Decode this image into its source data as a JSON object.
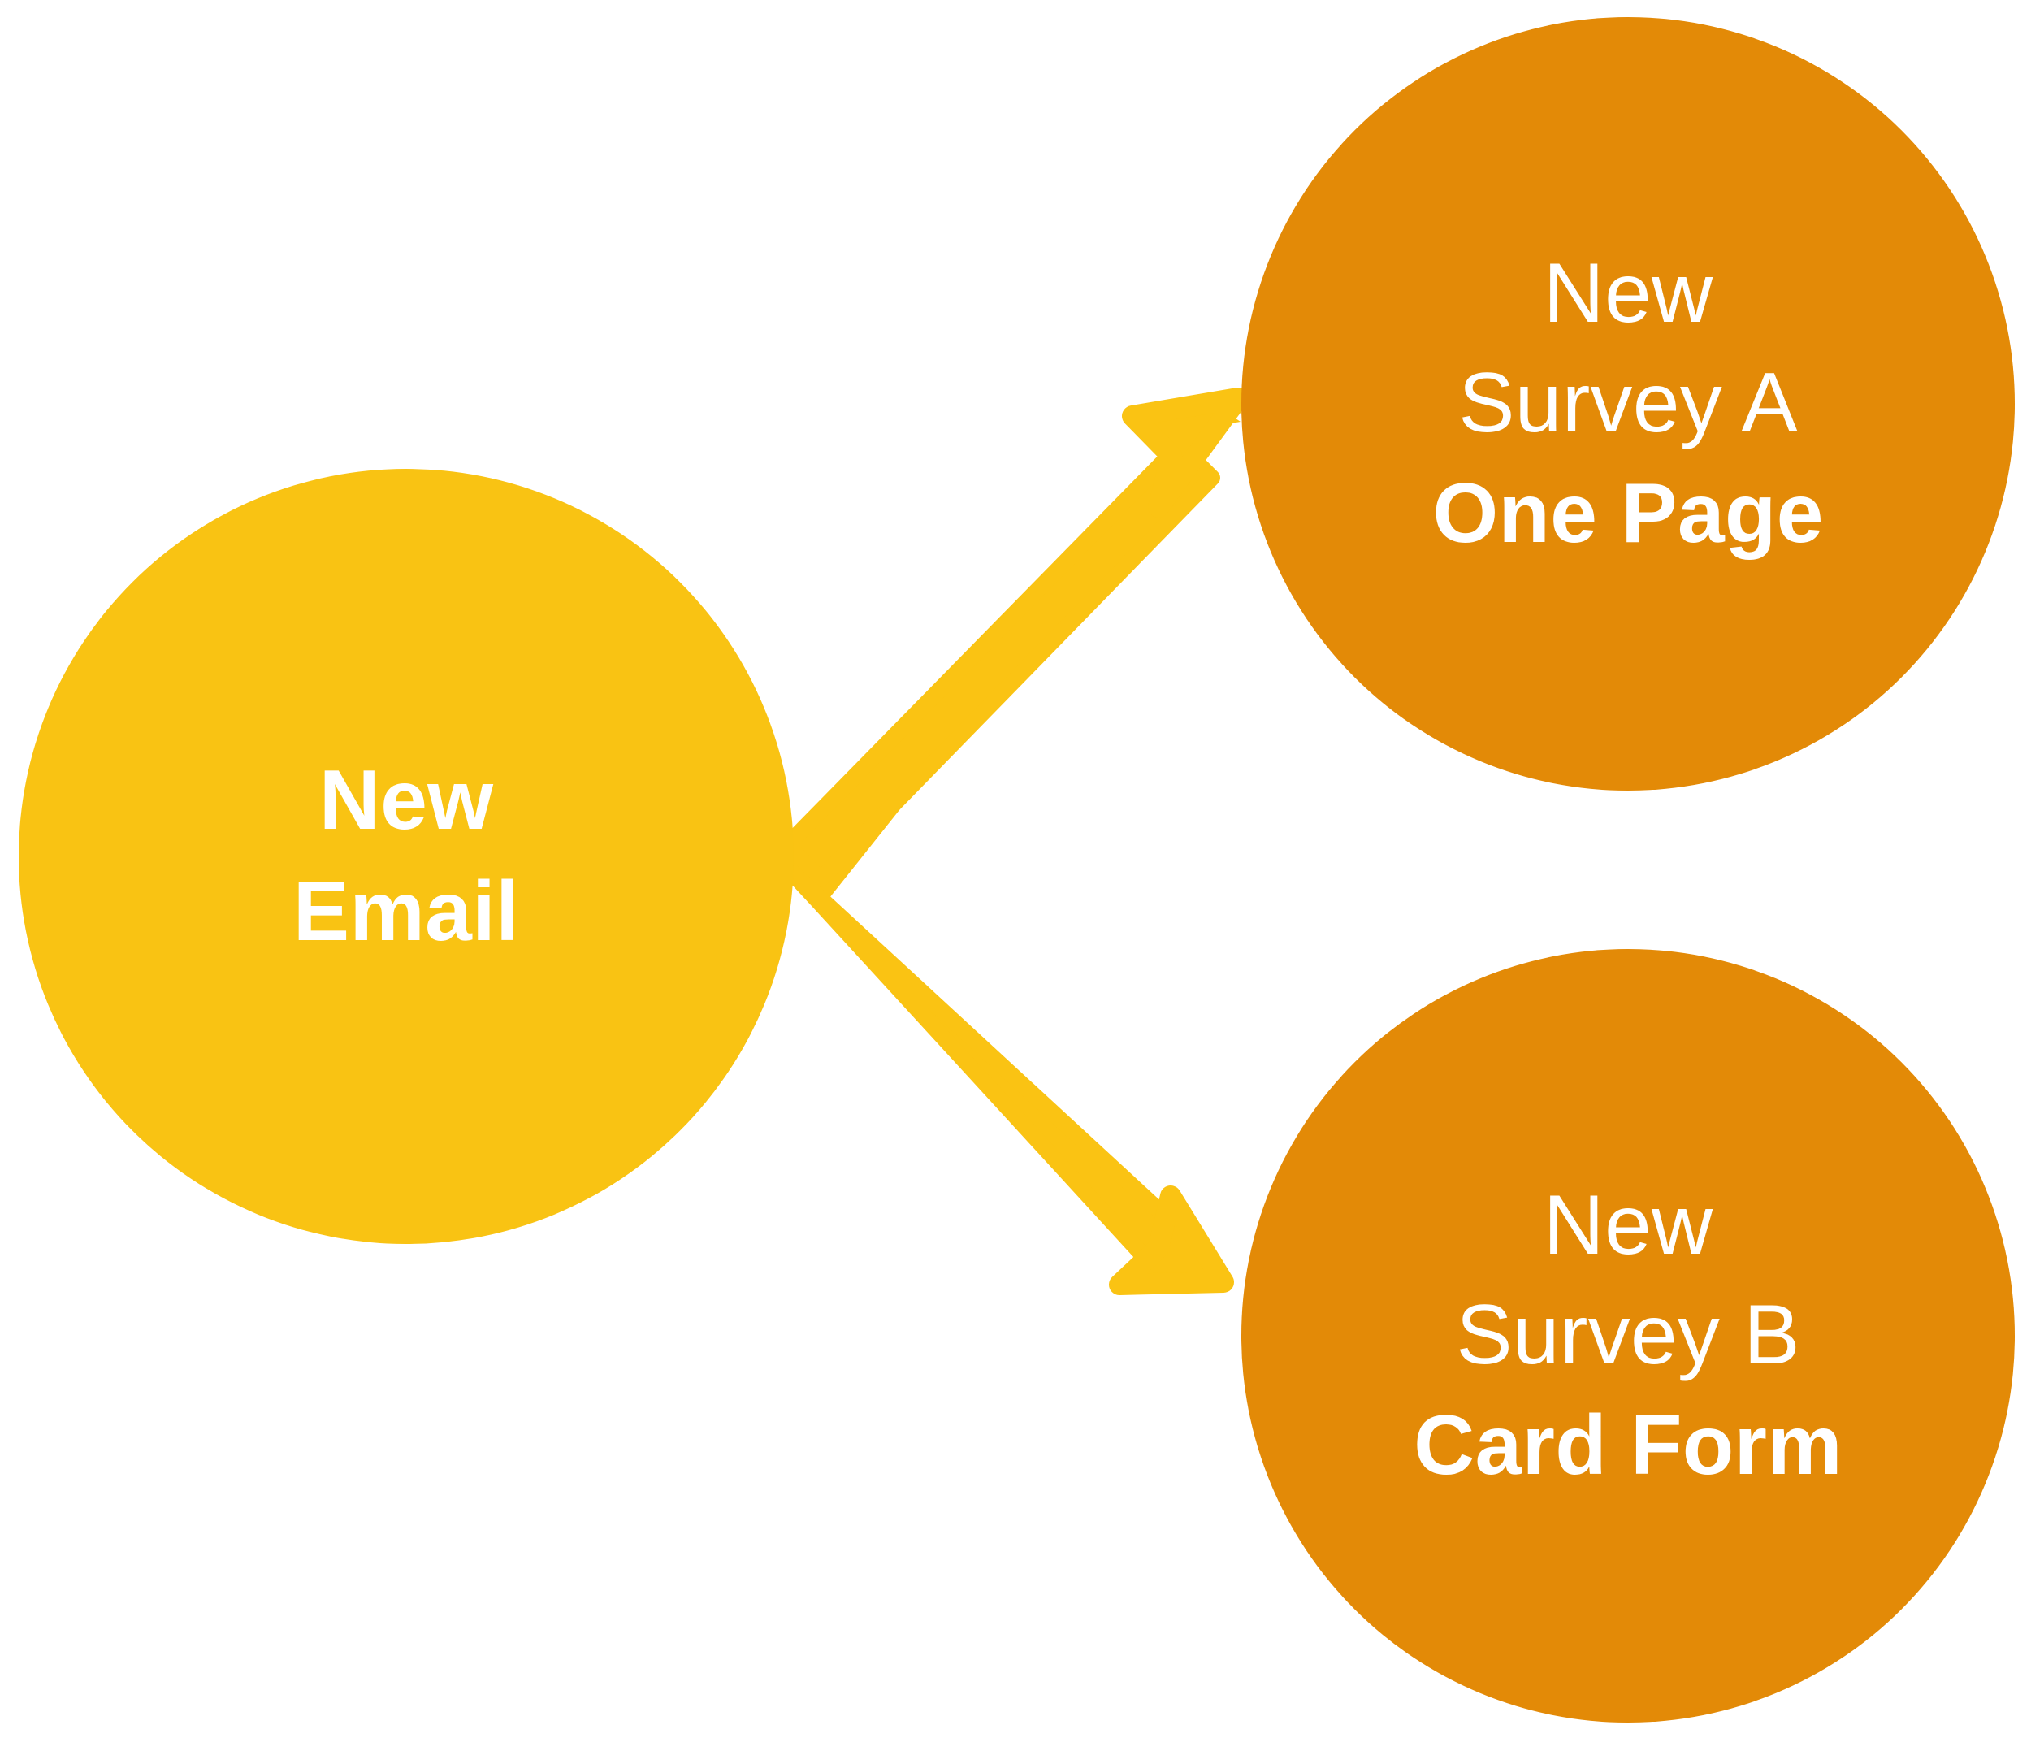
{
  "diagram": {
    "title": "New Email A/B survey split flow",
    "type": "flow-diagram",
    "background_color": "#FFFFFF",
    "colors": {
      "source_node": "#F9C313",
      "target_node": "#E38A07",
      "arrow": "#FAC313",
      "node_text": "#FFFFFF"
    },
    "nodes": [
      {
        "id": "new-email",
        "role": "source",
        "shape": "circle",
        "fill": "#F9C313",
        "lines": [
          {
            "text": "New",
            "weight": "bold"
          },
          {
            "text": "Email",
            "weight": "bold"
          }
        ]
      },
      {
        "id": "survey-a",
        "role": "target",
        "shape": "circle",
        "fill": "#E38A07",
        "lines": [
          {
            "text": "New",
            "weight": "regular"
          },
          {
            "text": "Survey A",
            "weight": "regular"
          },
          {
            "text": "One Page",
            "weight": "bold"
          }
        ]
      },
      {
        "id": "survey-b",
        "role": "target",
        "shape": "circle",
        "fill": "#E38A07",
        "lines": [
          {
            "text": "New",
            "weight": "regular"
          },
          {
            "text": "Survey B",
            "weight": "regular"
          },
          {
            "text": "Card Form",
            "weight": "bold"
          }
        ]
      }
    ],
    "edges": [
      {
        "id": "edge-email-to-survey-a",
        "from": "new-email",
        "to": "survey-a",
        "style": "solid-arrow",
        "color": "#FAC313",
        "label": ""
      },
      {
        "id": "edge-email-to-survey-b",
        "from": "new-email",
        "to": "survey-b",
        "style": "solid-arrow",
        "color": "#FAC313",
        "label": ""
      }
    ]
  },
  "nodes": {
    "new_email": {
      "line1": "New",
      "line2": "Email"
    },
    "survey_a": {
      "line1": "New",
      "line2": "Survey A",
      "line3": "One Page"
    },
    "survey_b": {
      "line1": "New",
      "line2": "Survey B",
      "line3": "Card Form"
    }
  }
}
